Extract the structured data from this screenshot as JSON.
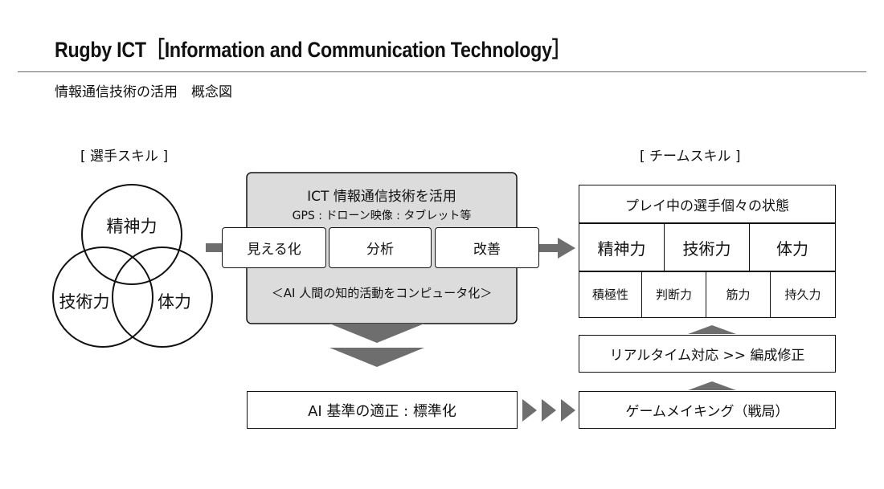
{
  "header": {
    "title": "Rugby  ICT［Information and Communication Technology］",
    "subtitle": "情報通信技術の活用　概念図"
  },
  "player_skills": {
    "label": "[ 選手スキル ]",
    "circles": [
      "精神力",
      "技術力",
      "体力"
    ]
  },
  "ict_panel": {
    "title": "ICT 情報通信技術を活用",
    "tools": "GPS : ドローン映像 : タブレット等",
    "steps": [
      "見える化",
      "分析",
      "改善"
    ],
    "note": "＜AI 人間の知的活動をコンピュータ化＞"
  },
  "team_skills": {
    "label": "[ チームスキル ]",
    "state_title": "プレイ中の選手個々の状態",
    "main_items": [
      "精神力",
      "技術力",
      "体力"
    ],
    "sub_items": [
      "積極性",
      "判断力",
      "筋力",
      "持久力"
    ]
  },
  "realtime_box": "リアルタイム対応 >> 編成修正",
  "ai_box": "AI  基準の適正 : 標準化",
  "game_box": "ゲームメイキング（戦局）",
  "colors": {
    "panel_fill": "#dcdcdc",
    "arrow_fill": "#6e6e6e",
    "stroke": "#111111"
  }
}
